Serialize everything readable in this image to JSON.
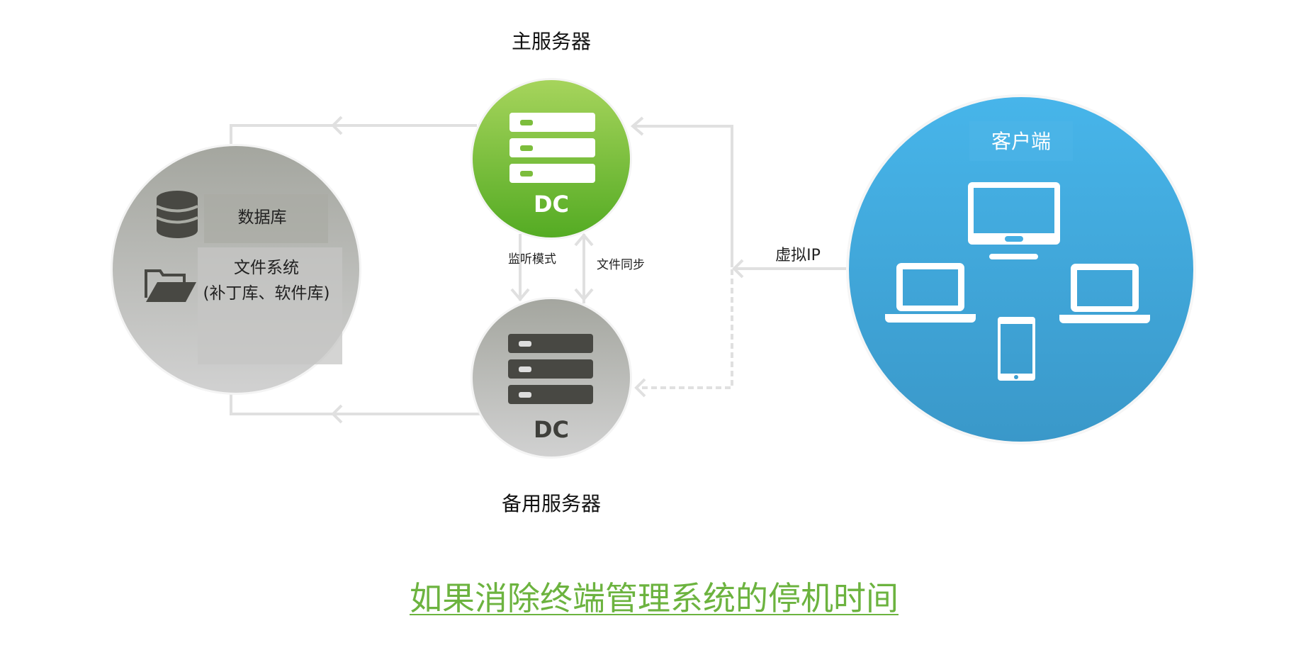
{
  "primary_server": {
    "title": "主服务器",
    "label": "DC"
  },
  "backup_server": {
    "title": "备用服务器",
    "label": "DC"
  },
  "storage": {
    "database": "数据库",
    "filesystem_line1": "文件系统",
    "filesystem_line2": "(补丁库、软件库)"
  },
  "client": {
    "title": "客户端"
  },
  "connectors": {
    "monitor_mode": "监听模式",
    "file_sync": "文件同步",
    "virtual_ip": "虚拟IP"
  },
  "footer_link": "如果消除终端管理系统的停机时间",
  "colors": {
    "green": "#6cb33f",
    "blue": "#42ade3",
    "gray": "#b3b5ae",
    "dark": "#484843",
    "line": "#e0e0e0"
  }
}
